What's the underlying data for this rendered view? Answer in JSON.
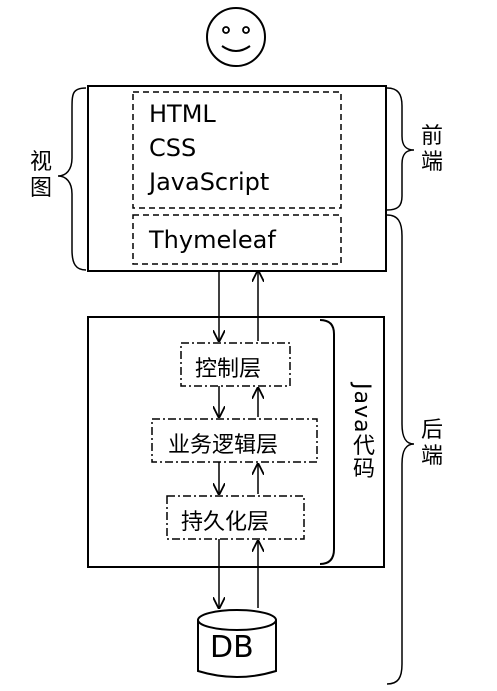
{
  "diagram": {
    "frontend_tech": [
      "HTML",
      "CSS",
      "JavaScript"
    ],
    "template_engine": "Thymeleaf",
    "layers": {
      "controller": "控制层",
      "business": "业务逻辑层",
      "persistence": "持久化层"
    },
    "database": "DB",
    "labels": {
      "view": "视图",
      "frontend": "前端",
      "backend": "后端",
      "java_code": "Java代码"
    },
    "icons": [
      "smiley-face-icon",
      "database-cylinder-icon"
    ]
  }
}
